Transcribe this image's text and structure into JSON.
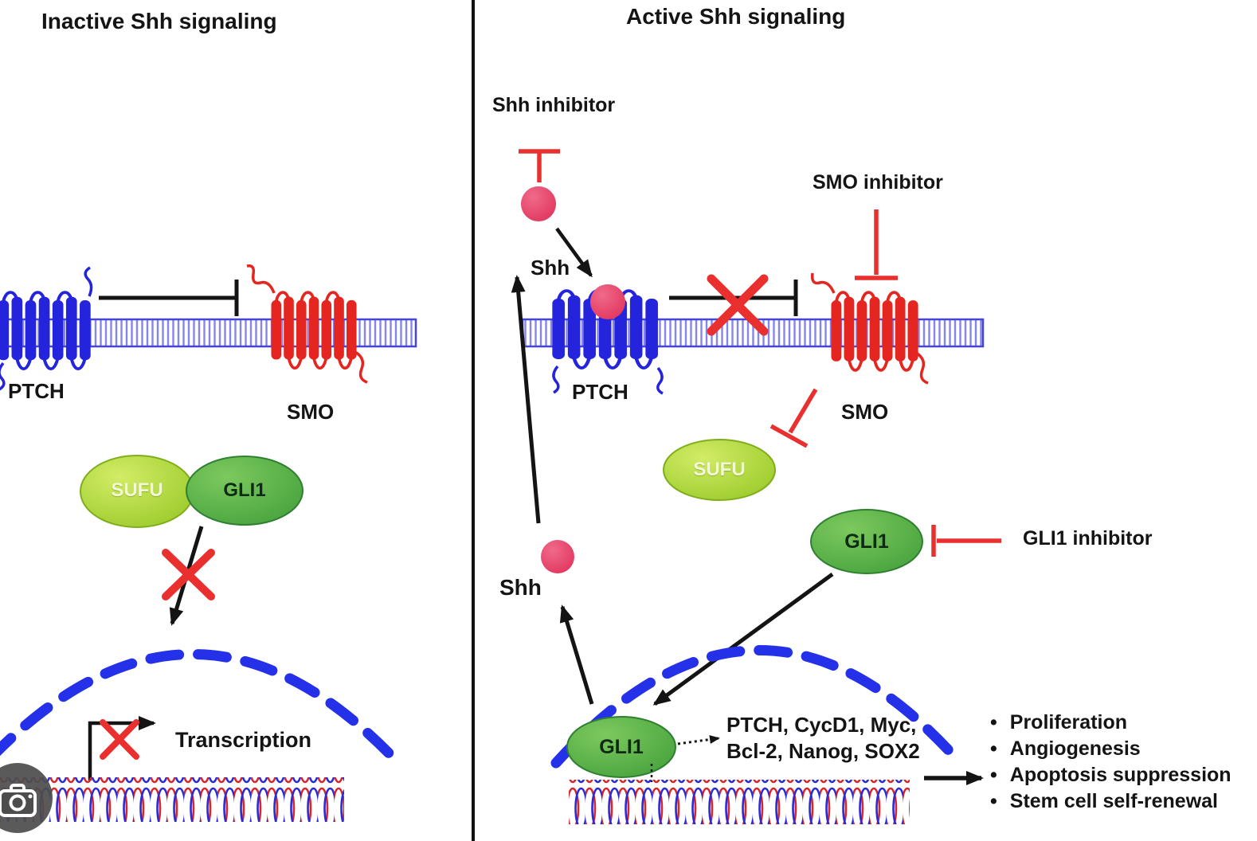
{
  "left_panel": {
    "title": "Inactive Shh signaling",
    "ptch": "PTCH",
    "smo": "SMO",
    "sufu": "SUFU",
    "gli1": "GLI1",
    "transcription": "Transcription"
  },
  "right_panel": {
    "title": "Active Shh signaling",
    "shh_inhibitor": "Shh inhibitor",
    "smo_inhibitor": "SMO inhibitor",
    "gli1_inhibitor": "GLI1 inhibitor",
    "shh_ligand_top": "Shh",
    "shh_ligand_bottom": "Shh",
    "ptch": "PTCH",
    "smo": "SMO",
    "sufu": "SUFU",
    "gli1": "GLI1",
    "gli1_nucleus": "GLI1",
    "target_genes_line1": "PTCH, CycD1, Myc,",
    "target_genes_line2": "Bcl-2, Nanog, SOX2",
    "outcomes": [
      "Proliferation",
      "Angiogenesis",
      "Apoptosis suppression",
      "Stem cell self-renewal"
    ]
  },
  "colors": {
    "receptor_blue": "#2424dd",
    "receptor_red": "#e52520",
    "membrane_stripe": "#8585ec",
    "membrane_edge": "#4646d6",
    "shh_pink": "#e8476e",
    "sufu_green": "#9ac829",
    "gli1_green": "#46a23c",
    "inhibit_red": "#ea2f2f",
    "nucleus_blue": "#2531e8",
    "dna_red": "#d8262a",
    "dna_blue": "#2a2ad8"
  }
}
